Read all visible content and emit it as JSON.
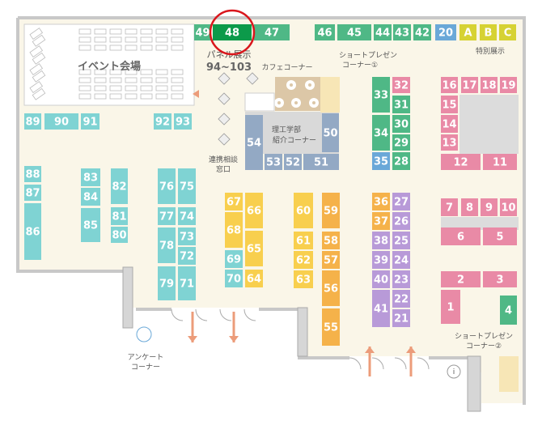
{
  "colors": {
    "floor": "#faf6e8",
    "wall": "#c8c8c8",
    "cyan": "#7fd3d3",
    "green": "#4fb886",
    "dark_green": "#0c9a4a",
    "blue": "#6aa8d8",
    "yellow": "#d6d233",
    "pink": "#e98aa6",
    "orange": "#f5b24a",
    "yellow_booth": "#f8cf4e",
    "purple": "#b89ad8",
    "grey_steel": "#93a9c4",
    "cafe": "#dcc7a7",
    "highlight_circle": "#d9161c",
    "arrow": "#ec9c7a"
  },
  "labels": {
    "event_hall": "イベント会場",
    "panel_line1": "パネル展示",
    "panel_line2": "94~103",
    "cafe": "カフェコーナー",
    "short1_line1": "ショートプレゼン",
    "short1_line2": "コーナー①",
    "special": "特別展示",
    "intro_line1": "理工学部",
    "intro_line2": "紹介コーナー",
    "consult_line1": "連携相談",
    "consult_line2": "窓口",
    "survey_line1": "アンケート",
    "survey_line2": "コーナー",
    "short2_line1": "ショートプレゼン",
    "short2_line2": "コーナー②",
    "info": "i"
  },
  "booths": [
    {
      "id": "49",
      "color": "green"
    },
    {
      "id": "48",
      "color": "dark_green",
      "highlight": true
    },
    {
      "id": "47",
      "color": "green"
    },
    {
      "id": "46",
      "color": "green"
    },
    {
      "id": "45",
      "color": "green"
    },
    {
      "id": "44",
      "color": "green"
    },
    {
      "id": "43",
      "color": "green"
    },
    {
      "id": "42",
      "color": "green"
    },
    {
      "id": "20",
      "color": "blue"
    },
    {
      "id": "A",
      "color": "yellow"
    },
    {
      "id": "B",
      "color": "yellow"
    },
    {
      "id": "C",
      "color": "yellow"
    },
    {
      "id": "89",
      "color": "cyan"
    },
    {
      "id": "90",
      "color": "cyan"
    },
    {
      "id": "91",
      "color": "cyan"
    },
    {
      "id": "92",
      "color": "cyan"
    },
    {
      "id": "93",
      "color": "cyan"
    },
    {
      "id": "88",
      "color": "cyan"
    },
    {
      "id": "87",
      "color": "cyan"
    },
    {
      "id": "86",
      "color": "cyan"
    },
    {
      "id": "83",
      "color": "cyan"
    },
    {
      "id": "84",
      "color": "cyan"
    },
    {
      "id": "85",
      "color": "cyan"
    },
    {
      "id": "82",
      "color": "cyan"
    },
    {
      "id": "81",
      "color": "cyan"
    },
    {
      "id": "80",
      "color": "cyan"
    },
    {
      "id": "76",
      "color": "cyan"
    },
    {
      "id": "75",
      "color": "cyan"
    },
    {
      "id": "77",
      "color": "cyan"
    },
    {
      "id": "74",
      "color": "cyan"
    },
    {
      "id": "78",
      "color": "cyan"
    },
    {
      "id": "73",
      "color": "cyan"
    },
    {
      "id": "72",
      "color": "cyan"
    },
    {
      "id": "79",
      "color": "cyan"
    },
    {
      "id": "71",
      "color": "cyan"
    },
    {
      "id": "54",
      "color": "grey_steel"
    },
    {
      "id": "53",
      "color": "grey_steel"
    },
    {
      "id": "52",
      "color": "grey_steel"
    },
    {
      "id": "51",
      "color": "grey_steel"
    },
    {
      "id": "50",
      "color": "grey_steel"
    },
    {
      "id": "67",
      "color": "yellow_booth"
    },
    {
      "id": "66",
      "color": "yellow_booth"
    },
    {
      "id": "68",
      "color": "yellow_booth"
    },
    {
      "id": "65",
      "color": "yellow_booth"
    },
    {
      "id": "69",
      "color": "cyan"
    },
    {
      "id": "70",
      "color": "cyan"
    },
    {
      "id": "64",
      "color": "yellow_booth"
    },
    {
      "id": "60",
      "color": "yellow_booth"
    },
    {
      "id": "61",
      "color": "yellow_booth"
    },
    {
      "id": "62",
      "color": "yellow_booth"
    },
    {
      "id": "63",
      "color": "yellow_booth"
    },
    {
      "id": "59",
      "color": "orange"
    },
    {
      "id": "58",
      "color": "orange"
    },
    {
      "id": "57",
      "color": "orange"
    },
    {
      "id": "56",
      "color": "orange"
    },
    {
      "id": "55",
      "color": "orange"
    },
    {
      "id": "33",
      "color": "green"
    },
    {
      "id": "32",
      "color": "pink"
    },
    {
      "id": "31",
      "color": "green"
    },
    {
      "id": "34",
      "color": "green"
    },
    {
      "id": "30",
      "color": "green"
    },
    {
      "id": "29",
      "color": "green"
    },
    {
      "id": "35",
      "color": "blue"
    },
    {
      "id": "28",
      "color": "green"
    },
    {
      "id": "36",
      "color": "orange"
    },
    {
      "id": "27",
      "color": "purple"
    },
    {
      "id": "37",
      "color": "orange"
    },
    {
      "id": "26",
      "color": "purple"
    },
    {
      "id": "38",
      "color": "purple"
    },
    {
      "id": "25",
      "color": "purple"
    },
    {
      "id": "39",
      "color": "purple"
    },
    {
      "id": "24",
      "color": "purple"
    },
    {
      "id": "40",
      "color": "purple"
    },
    {
      "id": "23",
      "color": "purple"
    },
    {
      "id": "41",
      "color": "purple"
    },
    {
      "id": "22",
      "color": "purple"
    },
    {
      "id": "21",
      "color": "purple"
    },
    {
      "id": "16",
      "color": "pink"
    },
    {
      "id": "17",
      "color": "pink"
    },
    {
      "id": "18",
      "color": "pink"
    },
    {
      "id": "19",
      "color": "pink"
    },
    {
      "id": "15",
      "color": "pink"
    },
    {
      "id": "14",
      "color": "pink"
    },
    {
      "id": "13",
      "color": "pink"
    },
    {
      "id": "12",
      "color": "pink"
    },
    {
      "id": "11",
      "color": "pink"
    },
    {
      "id": "7",
      "color": "pink"
    },
    {
      "id": "8",
      "color": "pink"
    },
    {
      "id": "9",
      "color": "pink"
    },
    {
      "id": "10",
      "color": "pink"
    },
    {
      "id": "6",
      "color": "pink"
    },
    {
      "id": "5",
      "color": "pink"
    },
    {
      "id": "2",
      "color": "pink"
    },
    {
      "id": "3",
      "color": "pink"
    },
    {
      "id": "1",
      "color": "pink"
    },
    {
      "id": "4",
      "color": "green"
    }
  ]
}
